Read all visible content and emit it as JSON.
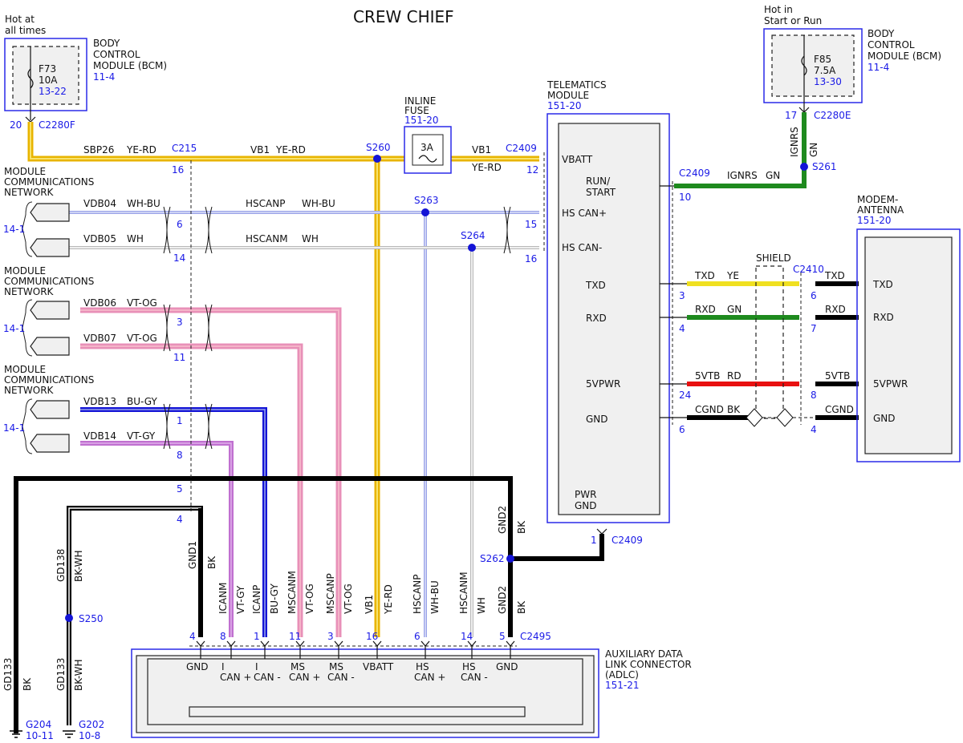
{
  "title": "CREW CHIEF",
  "colors": {
    "ye_rd": "#e8b400",
    "ye_rd_stripe": "#f7e26b",
    "wh_bu": "#9aa3e8",
    "wh": "#b8b8b8",
    "vt_og": "#e890b8",
    "vt_og_stripe": "#f4b4c8",
    "bu_gy": "#1414d6",
    "vt_gy": "#c070d0",
    "bk": "#000000",
    "gn": "#1e8a1e",
    "ye": "#f0e020",
    "rd": "#e81010",
    "blue_label": "#1a1ae6",
    "box_blue": "#2a2ae8"
  },
  "top_left": {
    "hot_label_1": "Hot at",
    "hot_label_2": "all times",
    "fuse": "F73",
    "amps": "10A",
    "ref": "13-22",
    "module_1": "BODY",
    "module_2": "CONTROL",
    "module_3": "MODULE (BCM)",
    "module_ref": "11-4",
    "pin": "20",
    "connector": "C2280F"
  },
  "top_right": {
    "hot_label_1": "Hot in",
    "hot_label_2": "Start or Run",
    "fuse": "F85",
    "amps": "7.5A",
    "ref": "13-30",
    "module_1": "BODY",
    "module_2": "CONTROL",
    "module_3": "MODULE (BCM)",
    "module_ref": "11-4",
    "pin": "17",
    "connector": "C2280E",
    "wire_name": "IGNRS",
    "wire_color": "GN"
  },
  "inline_fuse": {
    "label_1": "INLINE",
    "label_2": "FUSE",
    "ref": "151-20",
    "rating": "3A"
  },
  "telematics": {
    "label_1": "TELEMATICS",
    "label_2": "MODULE",
    "ref": "151-20",
    "pins": [
      "VBATT",
      "RUN/",
      "START",
      "HS CAN+",
      "HS CAN-",
      "TXD",
      "RXD",
      "5VPWR",
      "GND",
      "PWR",
      "GND"
    ]
  },
  "modem": {
    "label_1": "MODEM-",
    "label_2": "ANTENNA",
    "ref": "151-20",
    "pins": [
      "TXD",
      "RXD",
      "5VPWR",
      "GND"
    ]
  },
  "adlc": {
    "label_1": "AUXILIARY DATA",
    "label_2": "LINK CONNECTOR",
    "label_3": "(ADLC)",
    "ref": "151-21",
    "pins": [
      {
        "l1": "GND",
        "l2": ""
      },
      {
        "l1": "I",
        "l2": "CAN +"
      },
      {
        "l1": "I",
        "l2": "CAN -"
      },
      {
        "l1": "MS",
        "l2": "CAN +"
      },
      {
        "l1": "MS",
        "l2": "CAN -"
      },
      {
        "l1": "VBATT",
        "l2": ""
      },
      {
        "l1": "HS",
        "l2": "CAN +"
      },
      {
        "l1": "HS",
        "l2": "CAN -"
      },
      {
        "l1": "GND",
        "l2": ""
      }
    ],
    "pin_numbers": [
      "4",
      "8",
      "1",
      "11",
      "3",
      "16",
      "6",
      "14",
      "5"
    ],
    "connector": "C2495"
  },
  "networks": [
    {
      "l1": "MODULE",
      "l2": "COMMUNICATIONS",
      "l3": "NETWORK",
      "ref": "14-1"
    },
    {
      "l1": "MODULE",
      "l2": "COMMUNICATIONS",
      "l3": "NETWORK",
      "ref": "14-1"
    },
    {
      "l1": "MODULE",
      "l2": "COMMUNICATIONS",
      "l3": "NETWORK",
      "ref": "14-1"
    }
  ],
  "wires": {
    "sbp26": "SBP26",
    "ye_rd": "YE-RD",
    "vb1": "VB1",
    "c215": "C215",
    "c215_pin": "16",
    "s260": "S260",
    "c2409": "C2409",
    "c2409_pin12": "12",
    "vdb04": "VDB04",
    "wh_bu": "WH-BU",
    "hscanp": "HSCANP",
    "s263": "S263",
    "pin6": "6",
    "pin15": "15",
    "vdb05": "VDB05",
    "wh": "WH",
    "hscanm": "HSCANM",
    "s264": "S264",
    "pin14": "14",
    "pin16": "16",
    "vdb06": "VDB06",
    "vt_og": "VT-OG",
    "pin3": "3",
    "vdb07": "VDB07",
    "pin11": "11",
    "vdb13": "VDB13",
    "bu_gy": "BU-GY",
    "pin1": "1",
    "vdb14": "VDB14",
    "vt_gy": "VT-GY",
    "pin8": "8",
    "pin5": "5",
    "pin4": "4",
    "ignrs": "IGNRS",
    "gn": "GN",
    "s261": "S261",
    "c2409_pin10": "10",
    "txd": "TXD",
    "ye": "YE",
    "rxd": "RXD",
    "vtb": "5VTB",
    "rd": "RD",
    "cgnd": "CGND",
    "bk": "BK",
    "shield": "SHIELD",
    "c2410": "C2410",
    "tel_pin3": "3",
    "tel_pin4": "4",
    "tel_pin24": "24",
    "tel_pin6": "6",
    "mod_pin6": "6",
    "mod_pin7": "7",
    "mod_pin8": "8",
    "mod_pin4": "4",
    "gnd2": "GND2",
    "s262": "S262",
    "c2409_pin1": "1",
    "gnd1": "GND1",
    "icanm": "ICANM",
    "icanp": "ICANP",
    "mscanm": "MSCANM",
    "mscanp": "MSCANP",
    "vb1_v": "VB1",
    "hscanp_v": "HSCANP",
    "hscanm_v": "HSCANM",
    "gd138": "GD138",
    "bk_wh": "BK-WH",
    "s250": "S250",
    "gd133": "GD133",
    "g204": "G204",
    "g204_ref": "10-11",
    "g202": "G202",
    "g202_ref": "10-8"
  }
}
